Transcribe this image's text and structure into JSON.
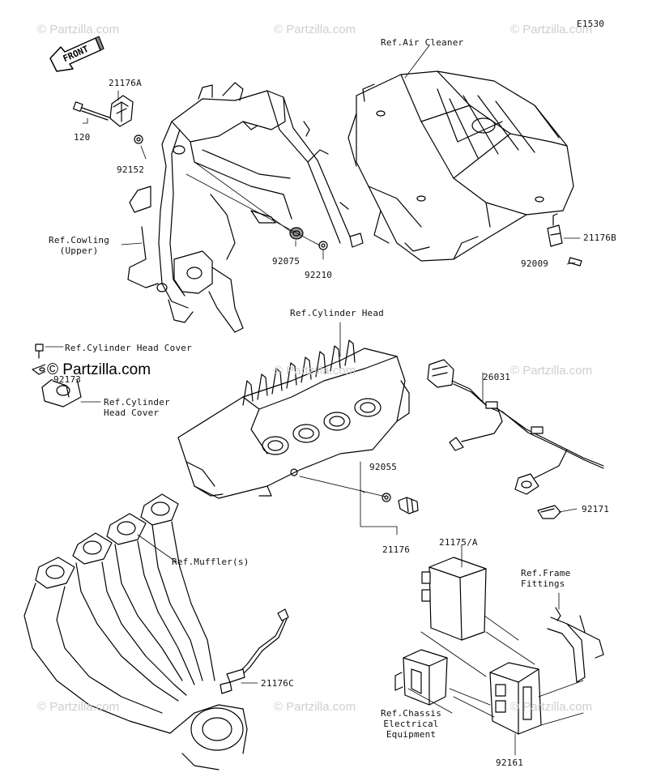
{
  "diagram_code": "E1530",
  "front_label": "FRONT",
  "watermark": "© Partzilla.com",
  "watermark_main": "© Partzilla.com",
  "labels": {
    "p21176A": "21176A",
    "p120": "120",
    "p92152": "92152",
    "p92075": "92075",
    "p92210": "92210",
    "ref_cowling": "Ref.Cowling\n(Upper)",
    "ref_air_cleaner": "Ref.Air Cleaner",
    "p21176B": "21176B",
    "p92009": "92009",
    "ref_cyl_head": "Ref.Cylinder Head",
    "ref_cyl_head_cover_1": "Ref.Cylinder Head Cover",
    "p92173": "92173",
    "ref_cyl_head_cover_2": "Ref.Cylinder\nHead Cover",
    "p26031": "26031",
    "p92055": "92055",
    "p21176": "21176",
    "p92171": "92171",
    "ref_mufflers": "Ref.Muffler(s)",
    "p21175A": "21175/A",
    "ref_frame_fittings": "Ref.Frame\nFittings",
    "p21176C": "21176C",
    "ref_chassis": "Ref.Chassis\nElectrical\nEquipment",
    "p92161": "92161"
  }
}
